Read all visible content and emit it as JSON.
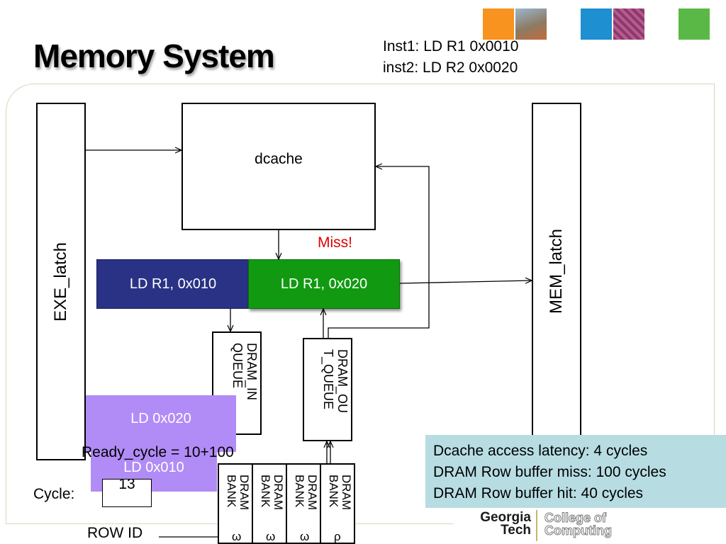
{
  "slide": {
    "title": "Memory System",
    "inst1": "Inst1: LD R1 0x0010",
    "inst2": "inst2: LD R2 0x0020"
  },
  "decor_colors": [
    "#f7931e",
    "#1e8fd0",
    "#5ab946"
  ],
  "diagram": {
    "exe_latch": "EXE_latch",
    "mem_latch": "MEM_latch",
    "dcache": "dcache",
    "miss": "Miss!",
    "miss_color": "#e00000",
    "queue_entry_1": "LD R1, 0x010",
    "queue_entry_2": "LD R1, 0x020",
    "queue_entry_1_color": "#2a3286",
    "queue_entry_2_color": "#119a11",
    "dram_in_queue": "DRAM_IN\nQUEUE",
    "dram_out_queue": "DRAM_OU\nT_QUEUE",
    "ld_020": "LD 0x020",
    "ld_010": "LD 0x010",
    "ready_cycle": "Ready_cycle = 10+100",
    "cycle_label": "Cycle:",
    "cycle_value": "13",
    "row_id_label": "ROW ID",
    "banks": [
      {
        "label": "DRAM\nBANK",
        "row": "ω"
      },
      {
        "label": "DRAM\nBANK",
        "row": "ω"
      },
      {
        "label": "DRAM\nBANK",
        "row": "ω"
      },
      {
        "label": "DRAM\nBANK",
        "row": "ρ"
      }
    ]
  },
  "latency_info": {
    "line1": "Dcache access latency: 4 cycles",
    "line2": "DRAM Row buffer miss: 100 cycles",
    "line3": "DRAM Row buffer hit: 40 cycles"
  },
  "logo": {
    "georgia": "Georgia",
    "tech": "Tech",
    "college_line1": "College of",
    "college_line2": "Computing"
  }
}
